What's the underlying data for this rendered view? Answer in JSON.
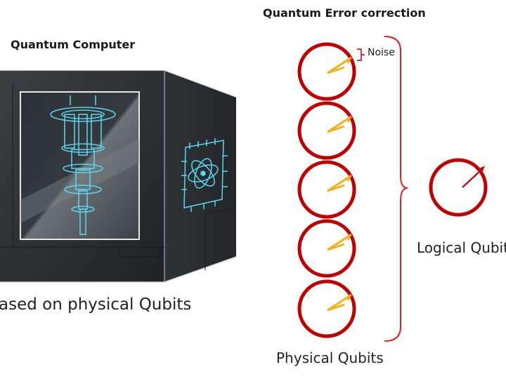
{
  "left_panel": {
    "title": "Quantum Computer",
    "caption": "ased on physical Qubits"
  },
  "right_panel": {
    "title": "Quantum Error correction",
    "noise_label": "Noise",
    "physical_caption": "Physical Qubits",
    "logical_caption": "Logical Qubit"
  },
  "colors": {
    "qubit_ring": "#c00000",
    "physical_arrow": "#f2b318",
    "logical_arrow": "#b81414",
    "brace": "#e02020",
    "box_dark": "#2a2e30",
    "hologram": "#5fd6f0"
  },
  "icons": [
    "quantum-chip-icon",
    "atom-icon"
  ]
}
